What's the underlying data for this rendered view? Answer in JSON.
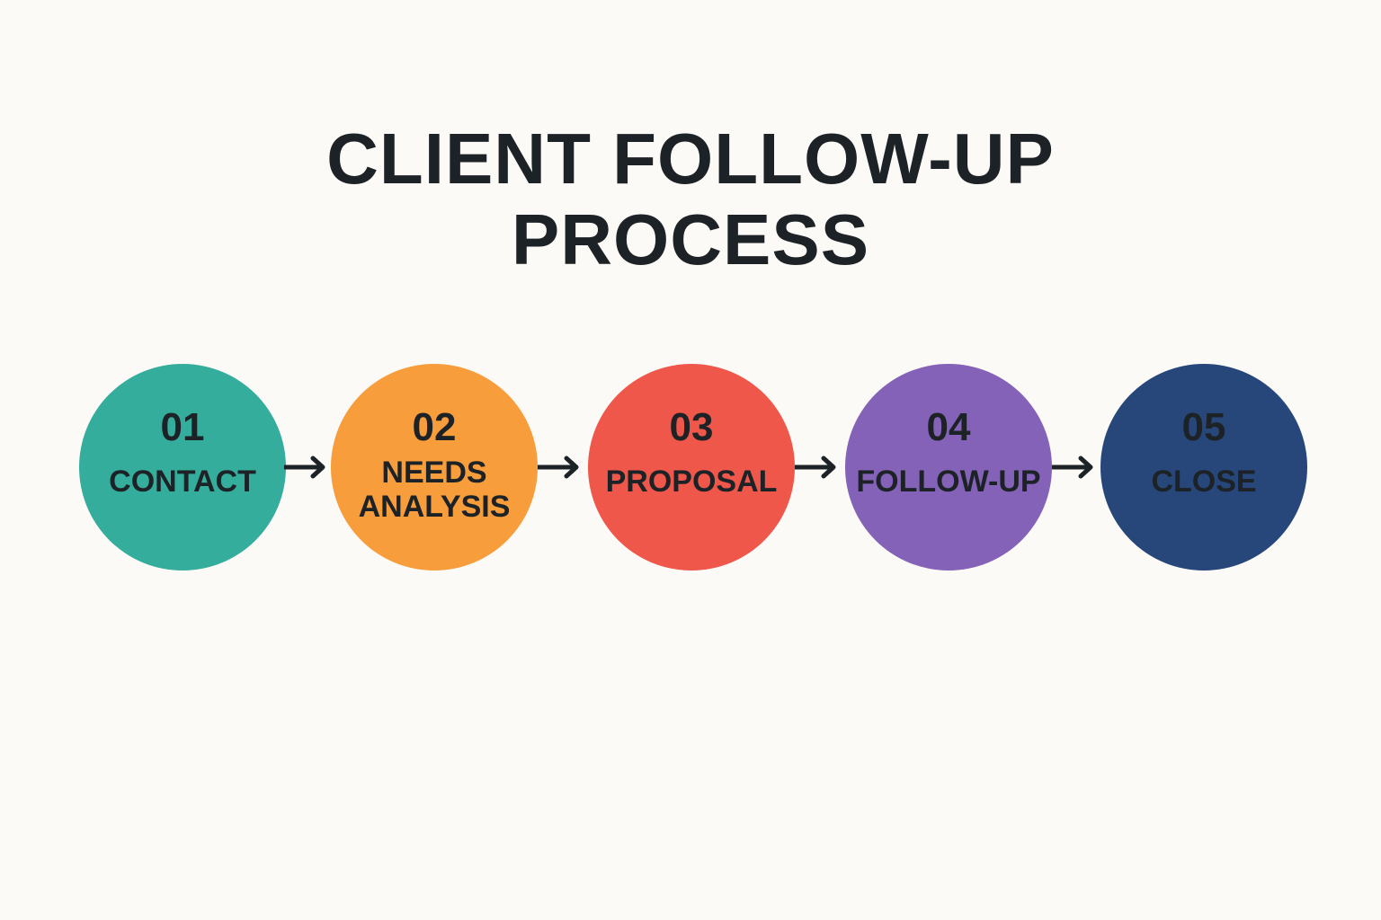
{
  "title": {
    "line1": "CLIENT FOLLOW-UP",
    "line2": "PROCESS"
  },
  "steps": [
    {
      "number": "01",
      "label_line1": "CONTACT",
      "label_line2": "",
      "color": "#34ad9c"
    },
    {
      "number": "02",
      "label_line1": "NEEDS",
      "label_line2": "ANALYSIS",
      "color": "#f79d3c"
    },
    {
      "number": "03",
      "label_line1": "PROPOSAL",
      "label_line2": "",
      "color": "#ef574a"
    },
    {
      "number": "04",
      "label_line1": "FOLLOW-UP",
      "label_line2": "",
      "color": "#8462b8"
    },
    {
      "number": "05",
      "label_line1": "CLOSE",
      "label_line2": "",
      "color": "#27477a"
    }
  ],
  "connector": {
    "icon": "arrow-right-icon",
    "color": "#1c2226"
  }
}
